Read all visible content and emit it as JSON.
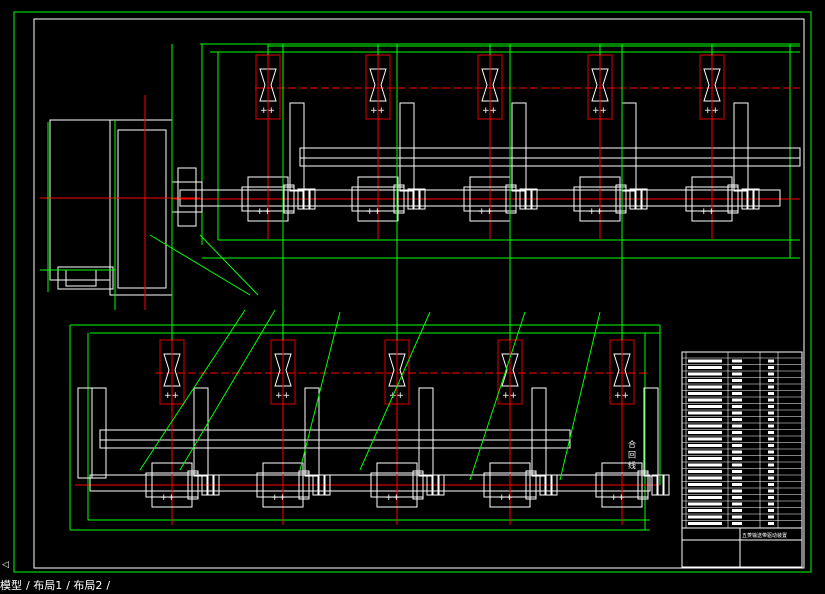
{
  "colors": {
    "background": "#000000",
    "frame": "#ffffff",
    "dim": "#00ff00",
    "center": "#ff0000",
    "geometry": "#ffffff",
    "accent_red": "#e00000"
  },
  "drawing": {
    "note_label": "合 回 线",
    "title_block_caption": "五菱输送带驱动装置"
  },
  "tabs": [
    {
      "label": "模型"
    },
    {
      "label": "布局1"
    },
    {
      "label": "布局2"
    }
  ]
}
